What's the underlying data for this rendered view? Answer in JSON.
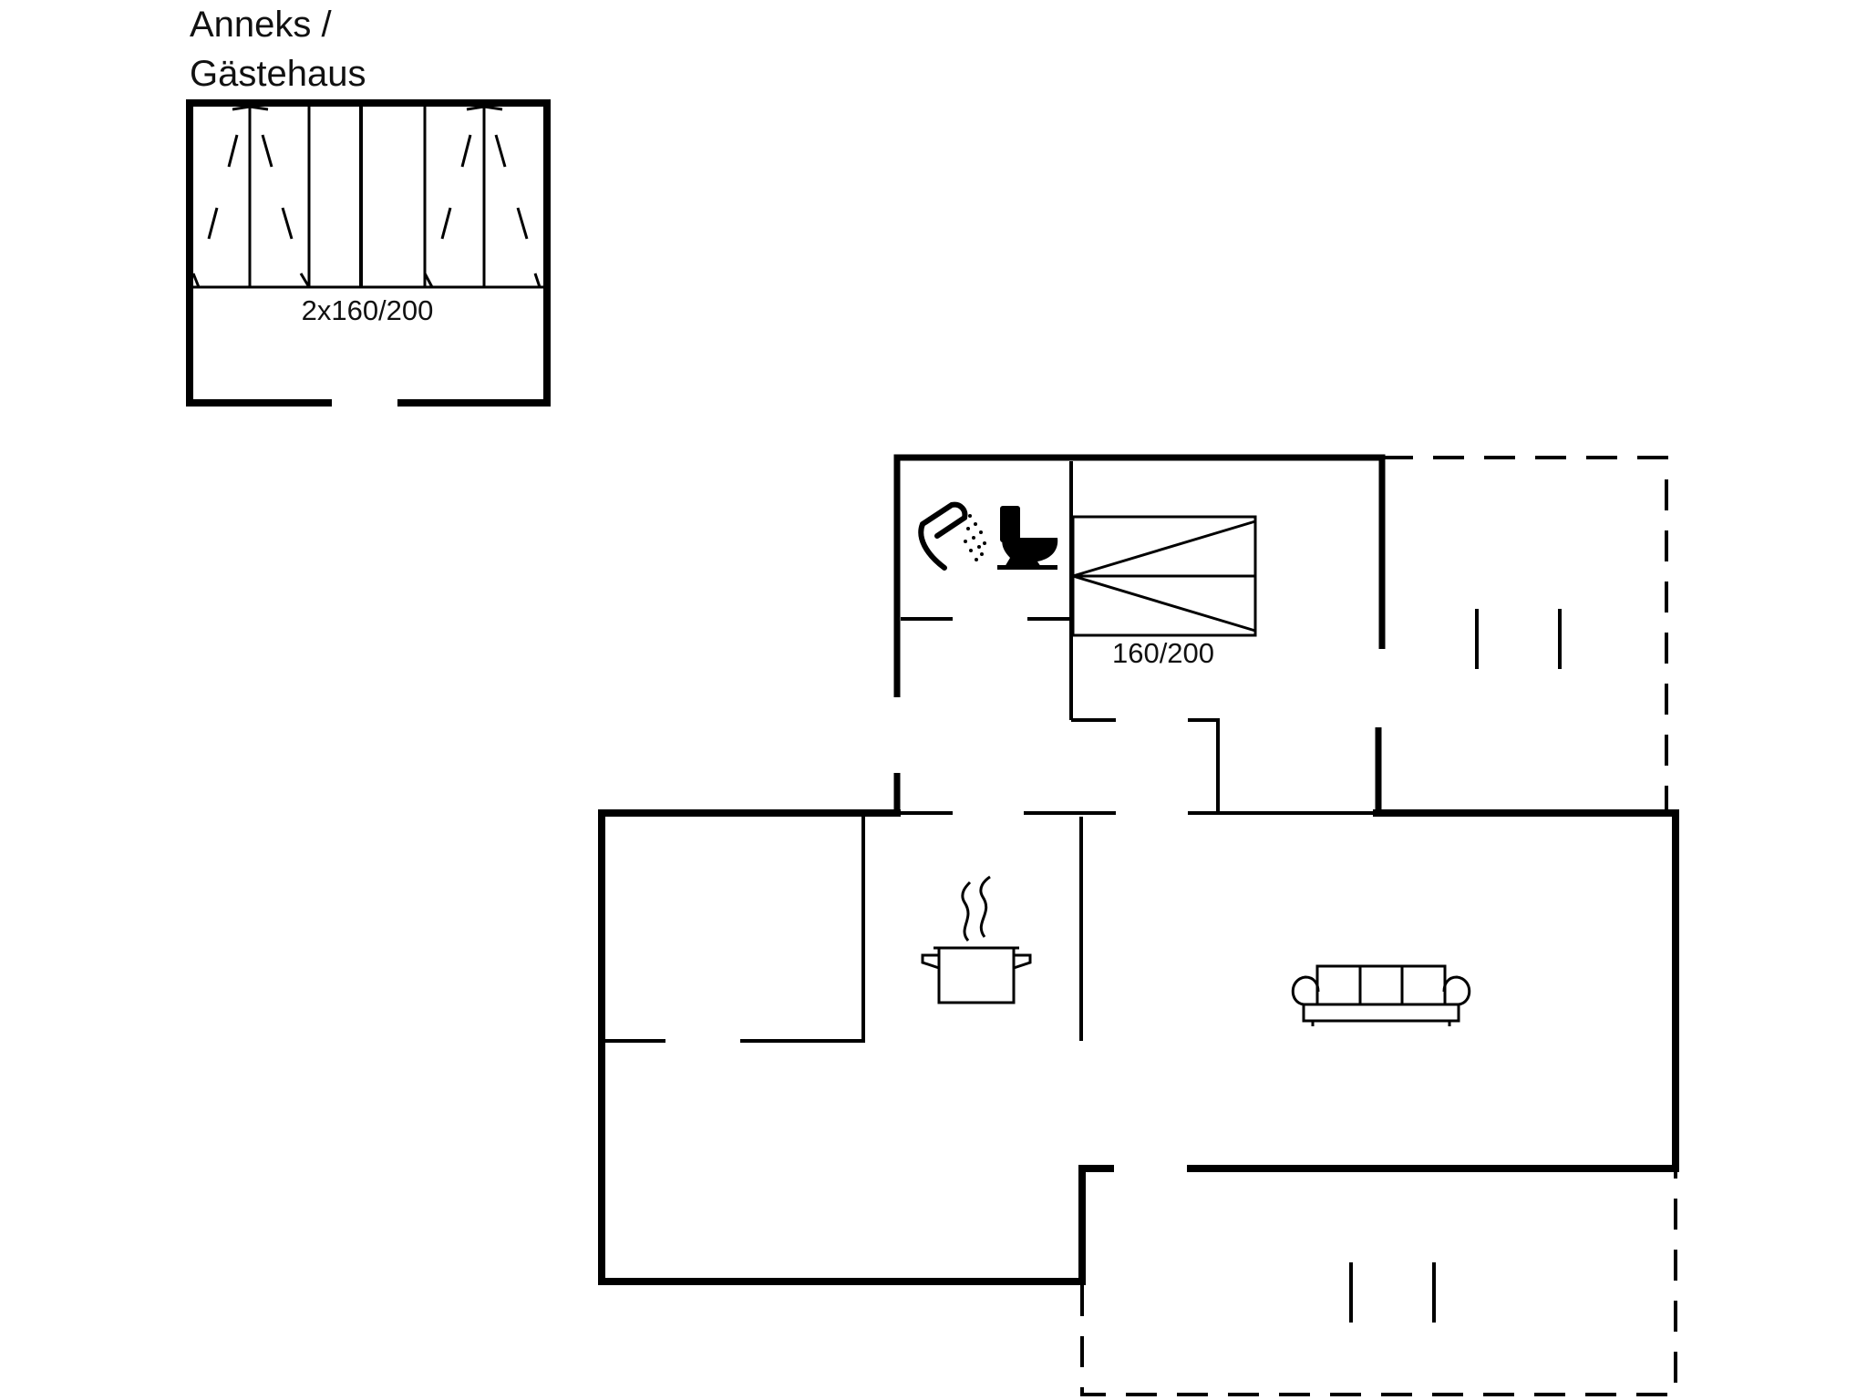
{
  "annex": {
    "title_line1": "Anneks /",
    "title_line2": "Gästehaus",
    "bed_label": "2x160/200"
  },
  "main": {
    "bed_label": "160/200"
  },
  "icons": [
    "shower-icon",
    "toilet-icon",
    "cooking-pot-icon",
    "sofa-icon",
    "bed-icon"
  ],
  "colors": {
    "wall": "#000000",
    "background": "#ffffff"
  }
}
